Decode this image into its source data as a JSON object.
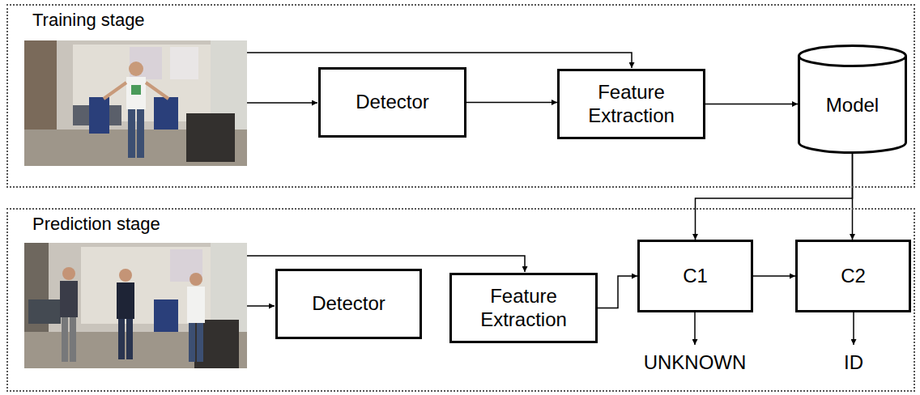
{
  "diagram": {
    "nodes": [
      {
        "text": [
          "Training stage"
        ]
      },
      {
        "text": [
          "Detector"
        ],
        "in": 0
      },
      {
        "text": [
          "Feature Extraction"
        ],
        "in": 0
      },
      {
        "text": [
          "Model"
        ],
        "in": 0
      },
      {
        "text": [
          "Prediction stage"
        ]
      },
      {
        "text": [
          "Detector"
        ],
        "in": 4
      },
      {
        "text": [
          "Feature Extraction"
        ],
        "in": 4
      },
      {
        "text": [
          "C1"
        ],
        "in": 4
      },
      {
        "text": [
          "C2"
        ],
        "in": 4
      }
    ],
    "edges": [
      {
        "from": 1,
        "to": 2,
        "arrow": "to"
      },
      {
        "from": 2,
        "to": 3,
        "arrow": "to"
      },
      {
        "from": 3,
        "to": 7,
        "arrow": "to"
      },
      {
        "from": 3,
        "to": 8,
        "arrow": "to"
      },
      {
        "from": 6,
        "to": 7,
        "arrow": "to"
      },
      {
        "from": 7,
        "to": 8,
        "arrow": "to"
      }
    ],
    "labels": [
      "UNKNOWN",
      "ID"
    ]
  }
}
